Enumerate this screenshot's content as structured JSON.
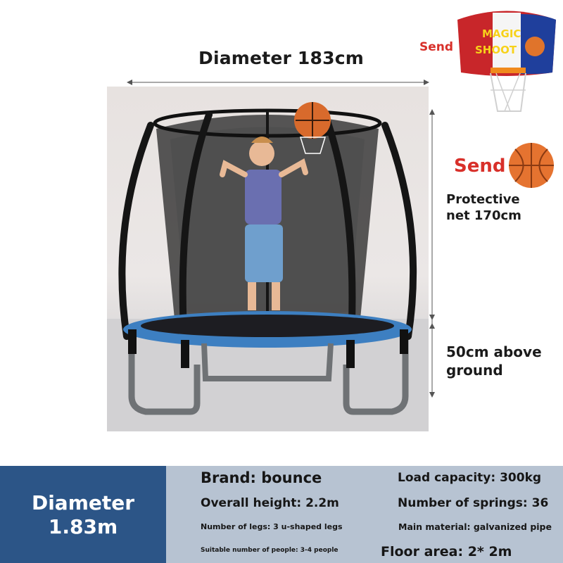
{
  "dimensions": {
    "top_label": "Diameter 183cm",
    "net_label_line1": "Protective",
    "net_label_line2": "net 170cm",
    "height_label_line1": "50cm above",
    "height_label_line2": "ground"
  },
  "gifts": {
    "hoop_send_label": "Send",
    "ball_send_label": "Send",
    "hoop_board_text_1": "MAGIC",
    "hoop_board_text_2": "SHOOT"
  },
  "specs": {
    "left_line1": "Diameter",
    "left_line2": "1.83m",
    "brand": "Brand: bounce",
    "overall_height": "Overall height: 2.2m",
    "legs": "Number of legs: 3 u-shaped legs",
    "people": "Suitable number of people: 3-4 people",
    "load": "Load capacity: 300kg",
    "springs": "Number of springs: 36",
    "material": "Main material: galvanized pipe",
    "floor_area": "Floor area: 2* 2m"
  },
  "colors": {
    "accent_red": "#d8302a",
    "spec_blue": "#2c5587",
    "spec_bg": "#b7c3d2",
    "pad_blue": "#3d7fc1"
  }
}
